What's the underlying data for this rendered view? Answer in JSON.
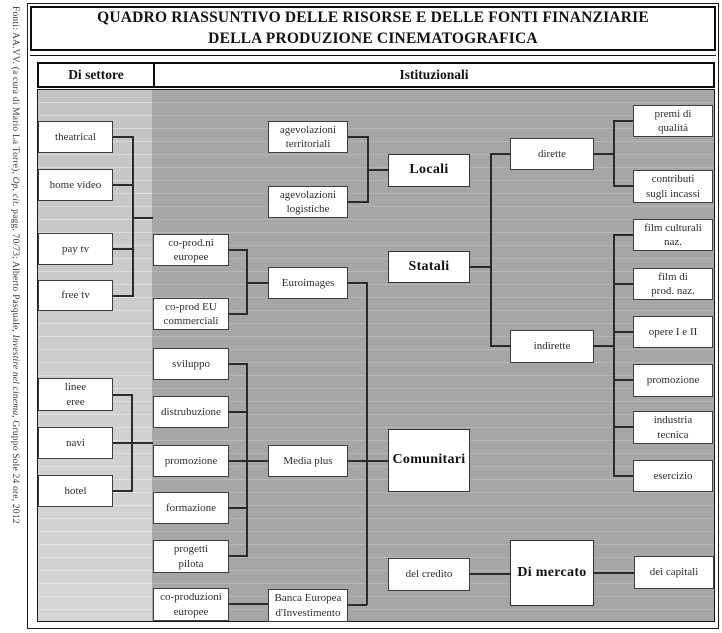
{
  "title": {
    "line1": "QUADRO RIASSUNTIVO DELLE RISORSE E DELLE FONTI FINANZIARIE",
    "line2": "DELLA PRODUZIONE CINEMATOGRAFICA"
  },
  "source_note": {
    "part1": "Fonti: AA.VV. (a cura di Mario La Torre), ",
    "part2_italic": "Op. cit.",
    "part3": " pagg. 70/73; Alberto Pasquale, ",
    "part4_italic": "Investire nel cinema",
    "part5": ", Gruppo Sole 24 ore, 2012"
  },
  "column_headers": {
    "di_settore": "Di settore",
    "istituzionali": "Istituzionali"
  },
  "colors": {
    "sector_column_bg": "#cccccc",
    "institutional_bg": "#a6a6a6",
    "box_background": "#ffffff",
    "box_border": "#3e3e3e",
    "connector_line": "#2b2b2b"
  },
  "boxes": {
    "sector": {
      "theatrical": "theatrical",
      "home_video": "home video",
      "pay_tv": "pay tv",
      "free_tv": "free tv",
      "linee_eree": "linee\neree",
      "navi": "navi",
      "hotel": "hotel"
    },
    "local_incentives": {
      "agevolazioni_territoriali": "agevolazioni\nterritoriali",
      "agevolazioni_logistiche": "agevolazioni\nlogistiche"
    },
    "eu_programs": {
      "coprodni_europee": "co-prod.ni\neuropee",
      "coprod_eu_commerciali": "co-prod EU\ncommerciali",
      "sviluppo": "sviluppo",
      "distrubuzione": "distrubuzione",
      "promozione": "promozione",
      "formazione": "formazione",
      "progetti_pilota": "progetti\npilota",
      "coproduzioni_europee": "co-produzioni\neuropee",
      "euroimages": "Euroimages",
      "media_plus": "Media plus",
      "banca_europea": "Banca Europea\nd'Investimento"
    },
    "categories": {
      "locali": "Locali",
      "statali": "Statali",
      "comunitari": "Comunitari",
      "di_mercato": "Di mercato",
      "del_credito": "del credito",
      "dei_capitali": "dei capitali",
      "dirette": "dirette",
      "indirette": "indirette"
    },
    "state_aids": {
      "premi_di_qualita": "premi di\nqualità",
      "contributi_sugli_incassi": "contributi\nsugli incassi",
      "film_culturali_naz": "film culturali\nnaz.",
      "film_di_prod_naz": "film di\nprod. naz.",
      "opere_i_e_ii": "opere I e II",
      "promozione": "promozione",
      "industria_tecnica": "industria\ntecnica",
      "esercizio": "esercizio"
    }
  }
}
